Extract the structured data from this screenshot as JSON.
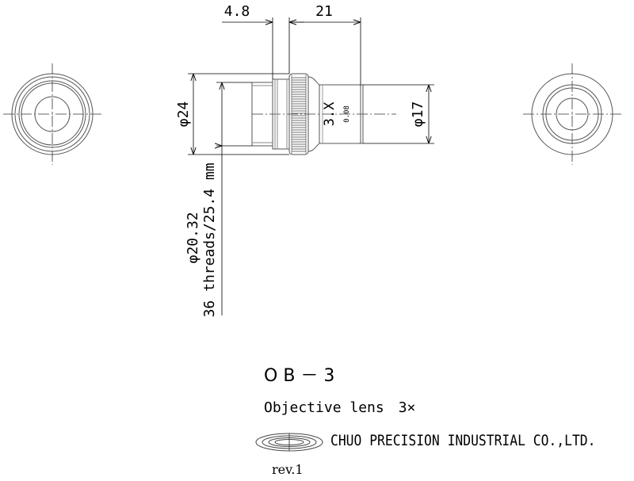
{
  "dimensions": {
    "flange_width": "4.8",
    "body_length": "21",
    "outer_diameter": "φ24",
    "tip_diameter": "φ17",
    "thread_diameter": "φ20.32",
    "thread_spec": "36 threads/25.4 mm"
  },
  "lens_marking": {
    "magnification": "3.X",
    "numeric_aperture": "0.08"
  },
  "title_block": {
    "part_code": "OB－3",
    "description": "Objective lens　3×",
    "company": "CHUO PRECISION INDUSTRIAL CO.,LTD.",
    "revision": "rev.1"
  }
}
